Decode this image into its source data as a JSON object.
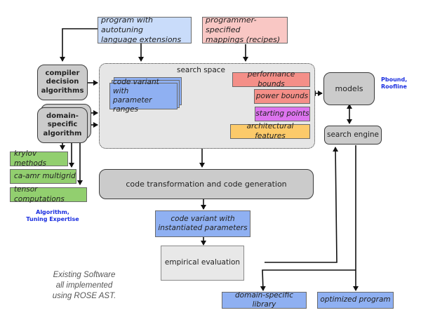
{
  "inputs": {
    "program": "program with autotuning language extensions",
    "program_line1": "program with autotuning",
    "program_line2": "language extensions",
    "mappings_line1": "programmer-specified",
    "mappings_line2": "mappings (recipes)"
  },
  "left": {
    "compiler_line1": "compiler",
    "compiler_line2": "decision",
    "compiler_line3": "algorithms",
    "domain_line1": "domain-",
    "domain_line2": "specific",
    "domain_line3": "algorithm",
    "methods": [
      "krylov methods",
      "ca-amr multigrid",
      "tensor computations"
    ],
    "note_line1": "Algorithm,",
    "note_line2": "Tuning Expertise"
  },
  "search_space": {
    "title": "search space",
    "variant_line1": "code variant with",
    "variant_line2": "parameter ranges",
    "items": [
      "performance bounds",
      "power bounds",
      "starting points",
      "architectural features"
    ]
  },
  "right": {
    "models": "models",
    "models_note_line1": "Pbound,",
    "models_note_line2": "Roofline",
    "search_engine": "search engine"
  },
  "pipeline": {
    "transform": "code transformation and code generation",
    "instantiated_line1": "code variant with",
    "instantiated_line2": "instantiated parameters",
    "evaluation": "empirical evaluation"
  },
  "outputs": {
    "library": "domain-specific library",
    "optimized": "optimized program"
  },
  "footnote": {
    "line1": "Existing Software",
    "line2": "all implemented",
    "line3": "using ROSE AST."
  },
  "colors": {
    "input_blue": "#c9dcfa",
    "recipe_pink": "#f9c7c4",
    "bounds_salmon": "#f48f88",
    "starting_magenta": "#dd74ee",
    "arch_orange": "#fcca6a",
    "variant_blue": "#8fb0f2",
    "method_green": "#92cf6f",
    "process_gray": "#cbcbcb",
    "note_blue": "#1a2ee0"
  }
}
